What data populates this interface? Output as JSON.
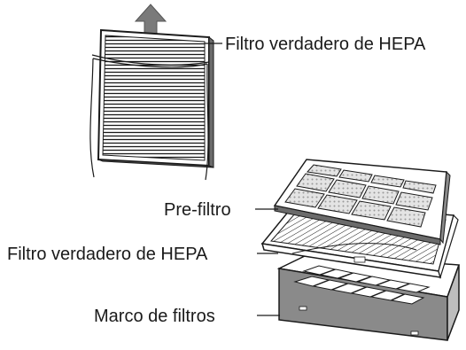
{
  "labels": {
    "hepa_top": "Filtro verdadero de HEPA",
    "pre_filter": "Pre-filtro",
    "hepa_mid": "Filtro verdadero de HEPA",
    "frame": "Marco de filtros"
  },
  "colors": {
    "ink": "#1a1a1a",
    "arrow": "#7a7a7a",
    "frame_dark": "#6b6b6b",
    "mesh": "#d8d8d8"
  },
  "icons": {
    "lift_arrow": "up-arrow-icon"
  }
}
